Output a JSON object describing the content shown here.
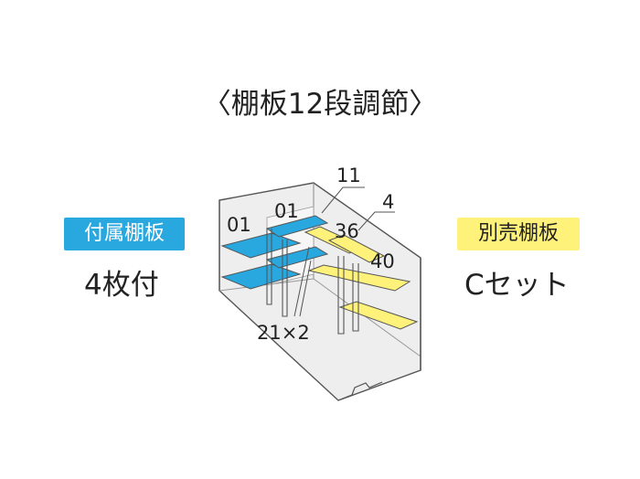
{
  "title": "〈棚板12段調節〉",
  "included_shelf": {
    "tag": "付属棚板",
    "quantity": "4枚付",
    "color": "#29a8e0"
  },
  "optional_shelf": {
    "tag": "別売棚板",
    "set": "Cセット",
    "color": "#fff27a"
  },
  "diagram_labels": {
    "left_top": "01",
    "mid_top": "01",
    "callout_top": "11",
    "callout_right": "4",
    "mid_36": "36",
    "right_40": "40",
    "post_label": "21×2"
  },
  "colors": {
    "shed_fill": "#eeeeee",
    "shed_stroke": "#555555",
    "included_shelf": "#29a8e0",
    "optional_shelf": "#fff27a"
  }
}
